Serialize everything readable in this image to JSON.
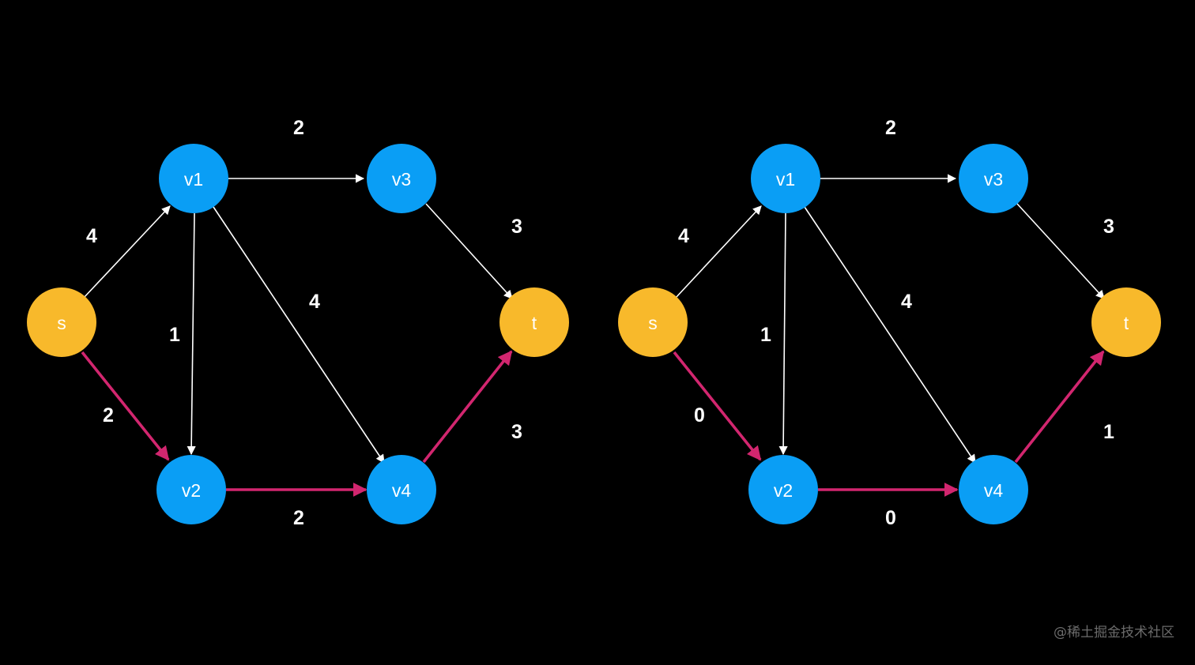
{
  "colors": {
    "background": "#000000",
    "terminal_node": "#f8b92b",
    "inner_node": "#0a9ef5",
    "edge": "#ffffff",
    "path_edge": "#d2266f",
    "watermark": "#6b6b6b"
  },
  "graphs": [
    {
      "nodes": {
        "s": "s",
        "v1": "v1",
        "v2": "v2",
        "v3": "v3",
        "v4": "v4",
        "t": "t"
      },
      "edges": {
        "s_v1": "4",
        "s_v2": "2",
        "v1_v3": "2",
        "v1_v2": "1",
        "v1_v4": "4",
        "v2_v4": "2",
        "v3_t": "3",
        "v4_t": "3"
      },
      "highlighted_path": [
        "s_v2",
        "v2_v4",
        "v4_t"
      ]
    },
    {
      "nodes": {
        "s": "s",
        "v1": "v1",
        "v2": "v2",
        "v3": "v3",
        "v4": "v4",
        "t": "t"
      },
      "edges": {
        "s_v1": "4",
        "s_v2": "0",
        "v1_v3": "2",
        "v1_v2": "1",
        "v1_v4": "4",
        "v2_v4": "0",
        "v3_t": "3",
        "v4_t": "1"
      },
      "highlighted_path": [
        "s_v2",
        "v2_v4",
        "v4_t"
      ]
    }
  ],
  "watermark": "@稀土掘金技术社区"
}
